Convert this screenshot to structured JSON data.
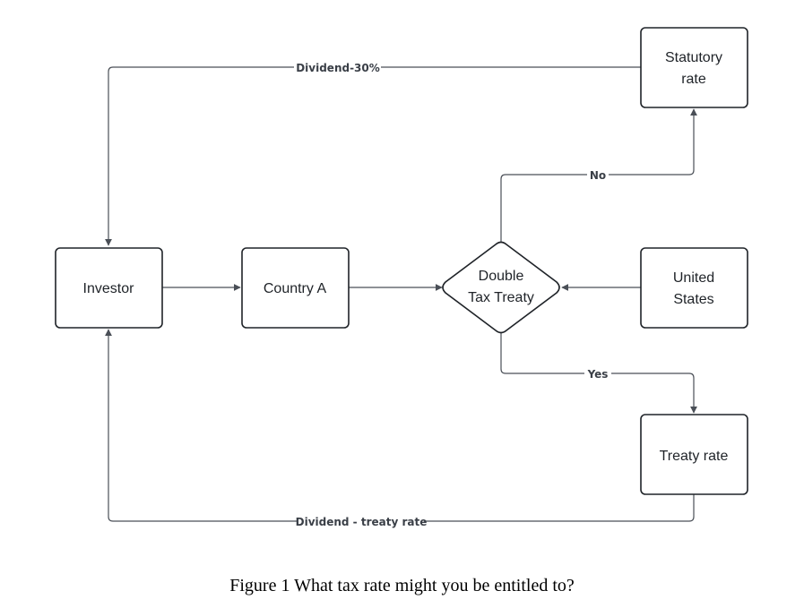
{
  "nodes": {
    "investor": "Investor",
    "country_a": "Country A",
    "treaty_line1": "Double",
    "treaty_line2": "Tax Treaty",
    "us_line1": "United",
    "us_line2": "States",
    "statutory_line1": "Statutory",
    "statutory_line2": "rate",
    "treaty_rate": "Treaty rate"
  },
  "edges": {
    "dividend_statutory": "Dividend-30%",
    "no": "No",
    "yes": "Yes",
    "dividend_treaty": "Dividend - treaty rate"
  },
  "caption": "Figure 1 What tax rate might you be entitled to?",
  "colors": {
    "node_stroke": "#1f2328",
    "edge_stroke": "#4a4f57"
  }
}
